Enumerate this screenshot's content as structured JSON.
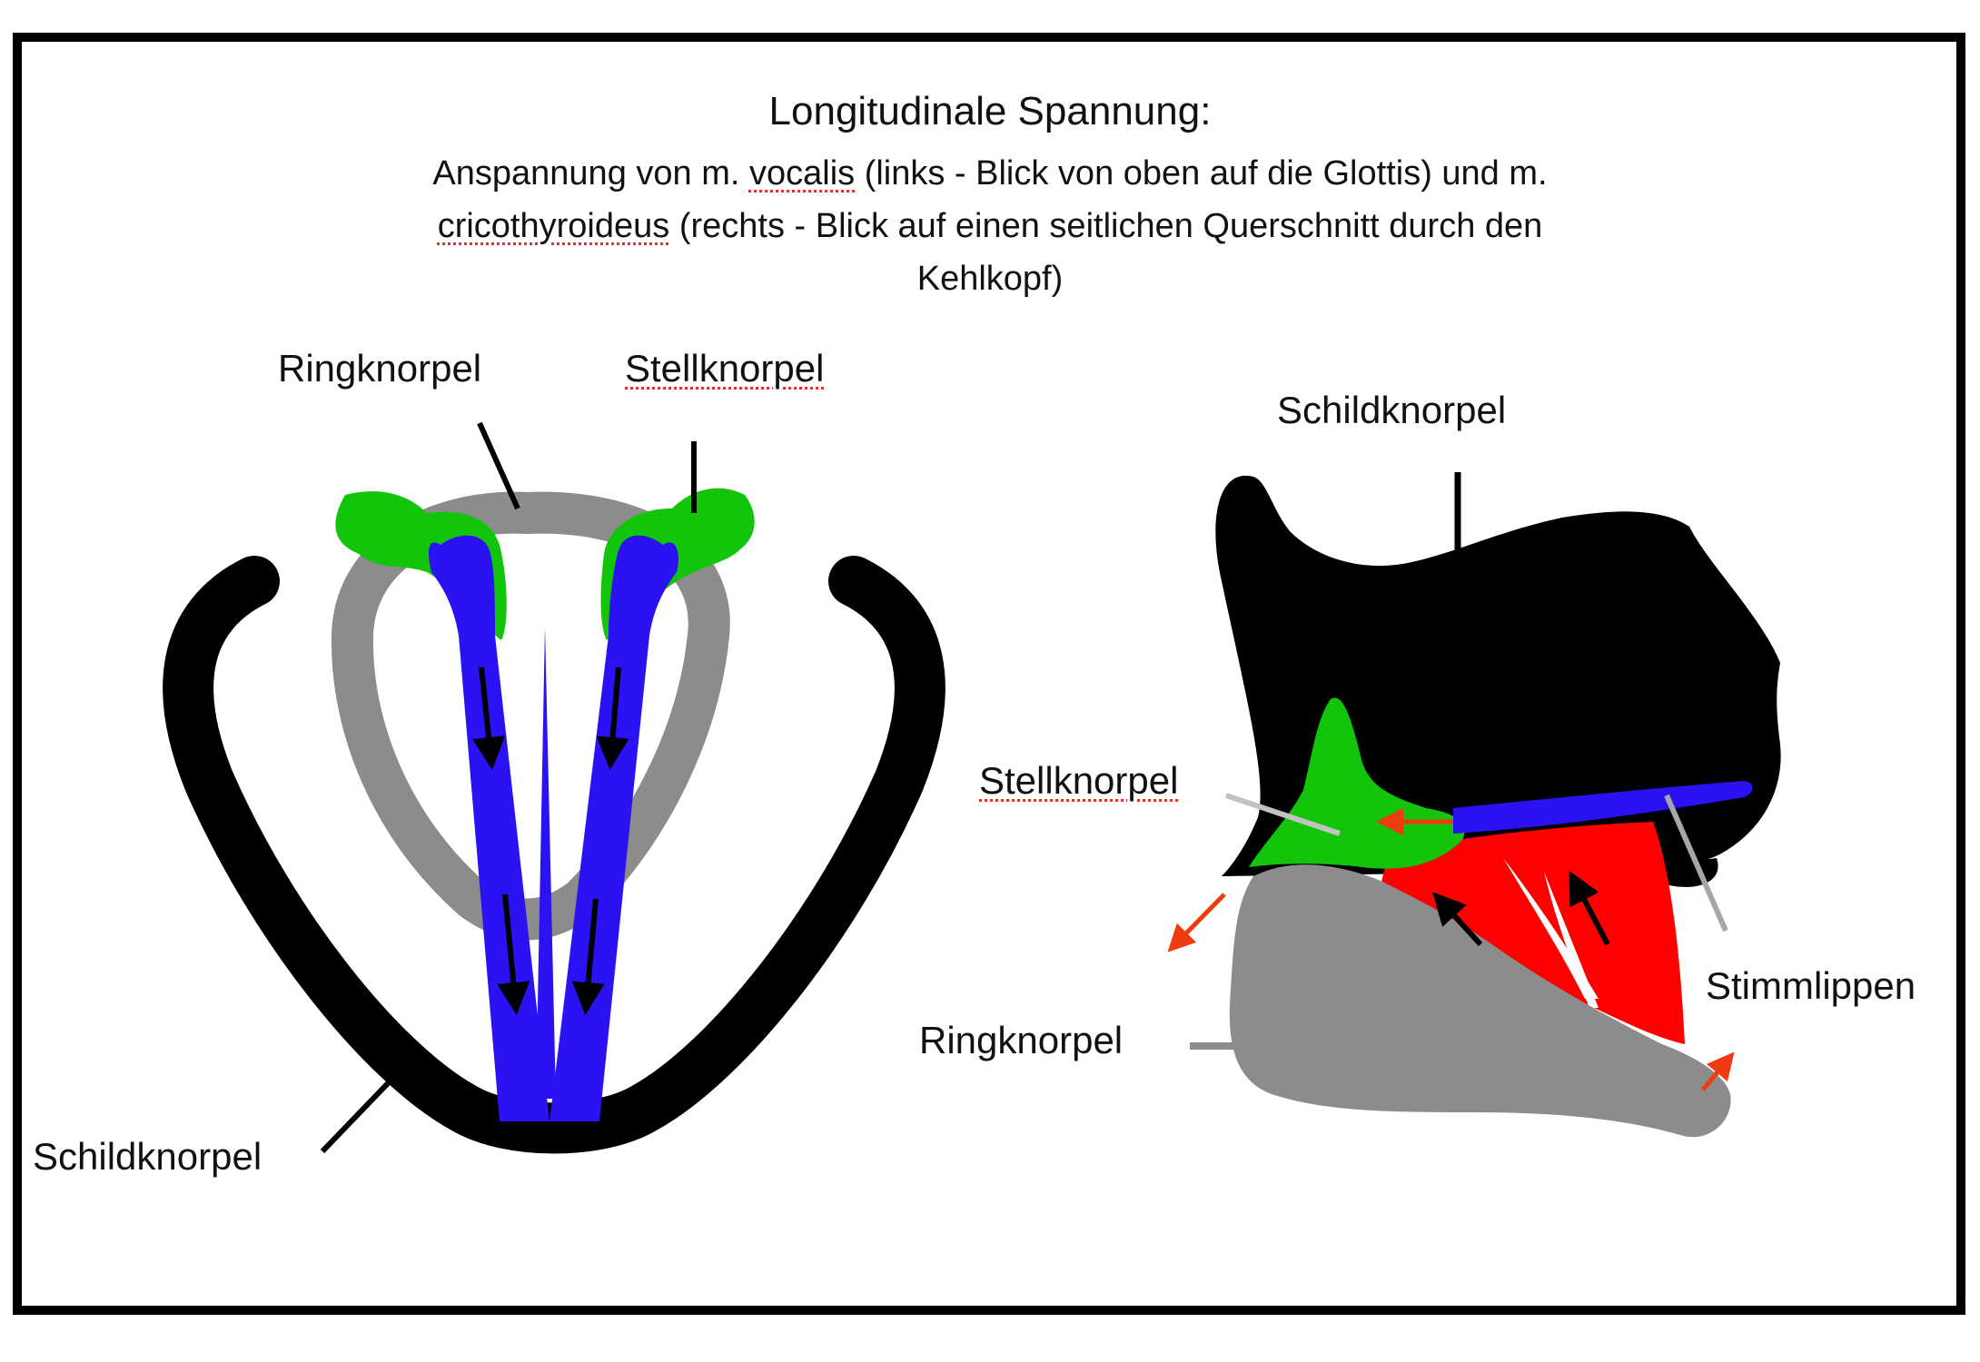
{
  "heading": {
    "title": "Longitudinale Spannung:",
    "subtitle_part1": "Anspannung von m. ",
    "subtitle_vocalis": "vocalis",
    "subtitle_part2": " (links - Blick von oben auf die Glottis) und m.",
    "subtitle_cricothyroideus": "cricothyroideus",
    "subtitle_part3": " (rechts - Blick auf einen seitlichen Querschnitt durch den",
    "subtitle_part4": "Kehlkopf)"
  },
  "left_diagram": {
    "label_ringknorpel": "Ringknorpel",
    "label_stellknorpel": "Stellknorpel",
    "label_schildknorpel": "Schildknorpel"
  },
  "right_diagram": {
    "label_schildknorpel": "Schildknorpel",
    "label_stellknorpel": "Stellknorpel",
    "label_ringknorpel": "Ringknorpel",
    "label_stimmlippen": "Stimmlippen"
  },
  "colors": {
    "thyroid": "#000000",
    "cricoid": "#8c8c8c",
    "arytenoid": "#12c40a",
    "vocalis": "#2a12f2",
    "cricothyroid": "#ff0000",
    "force_arrow": "#f03a10"
  }
}
